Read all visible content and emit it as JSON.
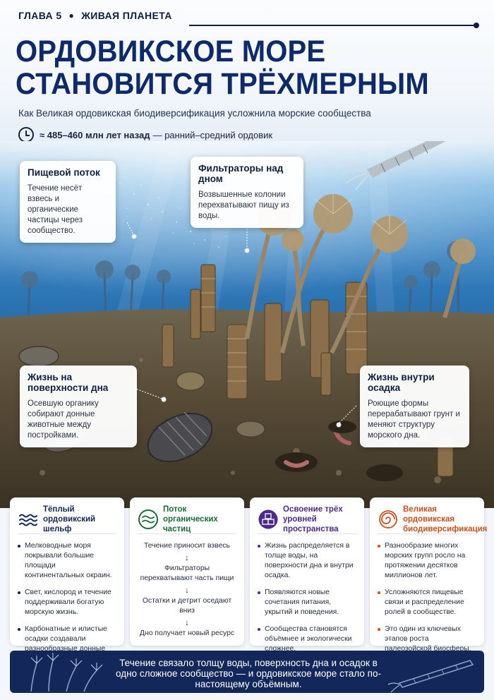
{
  "header": {
    "chapter": "ГЛАВА 5",
    "section": "ЖИВАЯ ПЛАНЕТА",
    "title": "ОРДОВИКСКОЕ МОРЕ СТАНОВИТСЯ ТРЁХМЕРНЫМ",
    "subtitle": "Как Великая ордовикская биодиверсификация усложнила морские сообщества",
    "time_range": "≈ 485–460 млн лет назад",
    "time_note": "— ранний–средний ордовик",
    "icon": "clock-icon"
  },
  "callouts": {
    "food_flow": {
      "title": "Пищевой поток",
      "text": "Течение несёт взвесь и органические частицы через сообщество."
    },
    "filter_feeders": {
      "title": "Фильтраторы над дном",
      "text": "Возвышенные колонии перехватывают пищу из воды."
    },
    "seafloor_surface": {
      "title": "Жизнь на поверхности дна",
      "text": "Осевшую органику собирают донные животные между постройками."
    },
    "inside_sediment": {
      "title": "Жизнь внутри осадка",
      "text": "Роющие формы перерабатывают грунт и меняют структуру морского дна."
    }
  },
  "cards": [
    {
      "title": "Тёплый ордовикский шельф",
      "icon": "waves-icon",
      "color": "#14275b",
      "items": [
        "Мелководные моря покрывали большие площади континентальных окраин.",
        "Свет, кислород и течение поддерживали богатую морскую жизнь.",
        "Карбонатные и илистые осадки создавали разнообразные донные условия."
      ]
    },
    {
      "title": "Поток органических частиц",
      "icon": "flow-icon",
      "color": "#1e6b3a",
      "steps": [
        "Течение приносит взвесь",
        "Фильтраторы перехватывают часть пищи",
        "Остатки и детрит оседают вниз",
        "Дно получает новый ресурс"
      ],
      "arrow": "↓"
    },
    {
      "title": "Освоение трёх уровней пространства",
      "icon": "cubes-icon",
      "color": "#4b2a8c",
      "items": [
        "Жизнь распределяется в толще воды, на поверхности дна и внутри осадка.",
        "Появляются новые сочетания питания, укрытий и поведения.",
        "Сообщества становятся объёмнее и экологически сложнее."
      ]
    },
    {
      "title": "Великая ордовикская биодиверсификация",
      "icon": "ammonite-icon",
      "color": "#d0501c",
      "items": [
        "Разнообразие многих морских групп росло на протяжении десятков миллионов лет.",
        "Усложняются пищевые связи и распределение ролей в сообществе.",
        "Это один из ключевых этапов роста палеозойской биосферы."
      ]
    }
  ],
  "banner": {
    "text": "Течение связало толщу воды, поверхность дна и осадок в одно сложное сообщество — и ордовикское море стало по-настоящему объёмным."
  }
}
